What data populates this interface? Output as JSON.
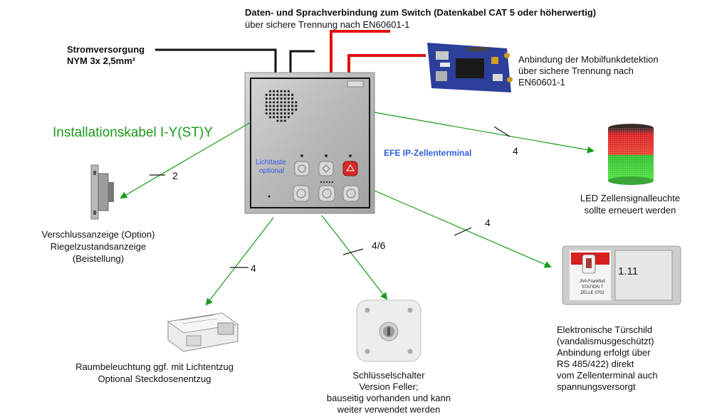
{
  "labels": {
    "daten_title": "Daten- und Sprachverbindung zum Switch (Datenkabel CAT 5 oder höherwertig)",
    "daten_sub": "über sichere Trennung nach EN60601-1",
    "strom_1": "Stromversorgung",
    "strom_2": "NYM 3x 2,5mm²",
    "mobil_1": "Anbindung der Mobilfunkdetektion",
    "mobil_2": "über sichere Trennung nach",
    "mobil_3": "EN60601-1",
    "install_kabel": "Installationskabel I-Y(ST)Y",
    "lichttaste_1": "Lichttaste",
    "lichttaste_2": "optional",
    "terminal": "EFE IP-Zellenterminal",
    "led_1": "LED Zellensignalleuchte",
    "led_2": "sollte erneuert werden",
    "verschluss_1": "Verschlussanzeige (Option)",
    "verschluss_2": "Riegelzustandsanzeige",
    "verschluss_3": "(Beistellung)",
    "raum_1": "Raumbeleuchtung ggf. mit Lichtentzug",
    "raum_2": "Optional Steckdosenentzug",
    "schluessel_1": "Schlüsselschalter",
    "schluessel_2": "Version Feller;",
    "schluessel_3": "bauseitig vorhanden und kann",
    "schluessel_4": "weiter verwendet werden",
    "tuer_1": "Elektronische Türschild",
    "tuer_2": "(vandalismusgeschützt)",
    "tuer_3": "Anbindung erfolgt über",
    "tuer_4": "RS 485/422) direkt",
    "tuer_5": "vom Zellenterminal auch",
    "tuer_6": "spannungsversorgt"
  },
  "wire_counts": {
    "led": "4",
    "verschluss": "2",
    "tuerschild": "4",
    "schluessel": "4/6",
    "raum": "4"
  },
  "door_sign": {
    "value": "1.11",
    "line1": "JVA Frankfurt",
    "line2": "STATION 7",
    "line3": "ZELLE 0702"
  },
  "colors": {
    "green": "#1a9a1a",
    "red": "#e01010",
    "blue": "#2f5fe0"
  }
}
